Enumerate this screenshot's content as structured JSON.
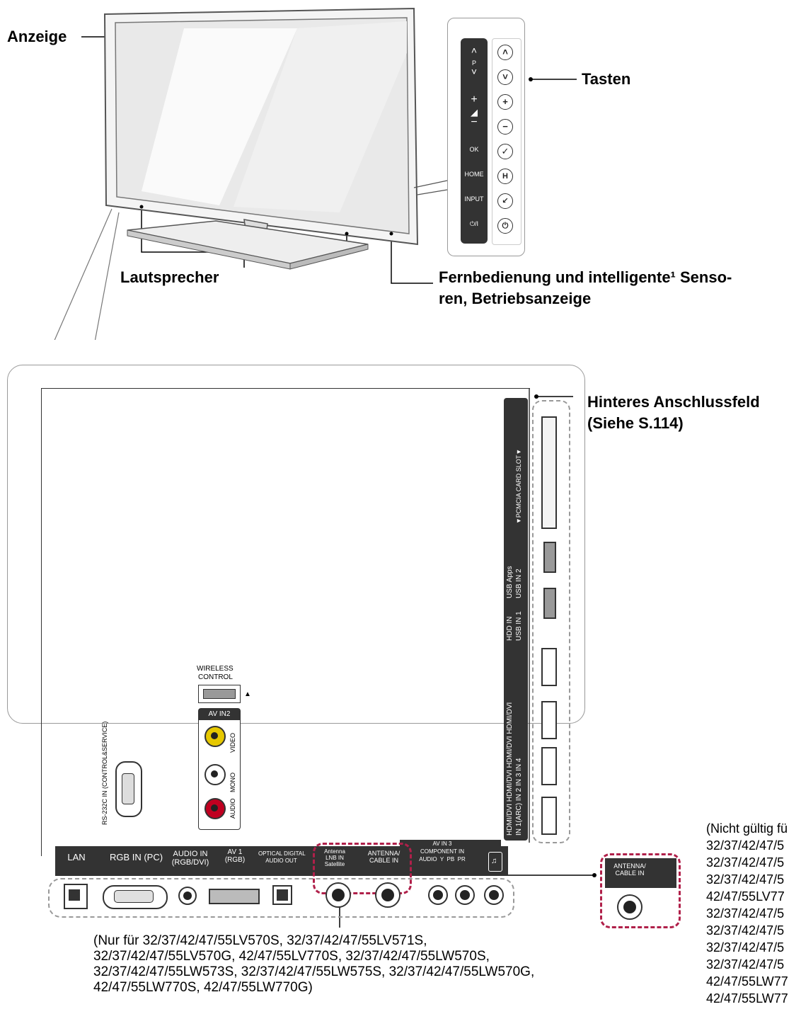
{
  "labels": {
    "display": "Anzeige",
    "buttons": "Tasten",
    "speakers": "Lautsprecher",
    "sensors_line1": "Fernbedienung und intelligente¹ Senso-",
    "sensors_line2": "ren, Betriebsanzeige",
    "rear_panel_line1": "Hinteres Anschlussfeld",
    "rear_panel_line2": "(Siehe S.114)"
  },
  "button_panel": {
    "strip_labels": [
      "P",
      "OK",
      "HOME",
      "INPUT",
      "⏻/I"
    ],
    "icons": [
      "chevron-up-icon",
      "chevron-down-icon",
      "plus-icon",
      "minus-icon",
      "check-icon",
      "home-icon",
      "input-icon",
      "power-icon"
    ]
  },
  "side_ports": {
    "pcmcia": "▼PCMCIA CARD SLOT▼",
    "usb2_line1": "USB Apps",
    "usb2_line2": "USB IN 2",
    "usb1_line1": "HDD IN",
    "usb1_line2": "USB IN 1",
    "hdmi_top": "HDMI/DVI  HDMI/DVI  HDMI/DVI  HDMI/DVI",
    "hdmi_bottom": "IN 1(ARC)  IN 2     IN 3      IN 4"
  },
  "rear_ports": {
    "wireless_line1": "WIRELESS",
    "wireless_line2": "CONTROL",
    "av_in2": "AV IN2",
    "video": "VIDEO",
    "mono": "MONO",
    "audio": "AUDIO",
    "rs232c": "RS-232C IN (CONTROL&SERVICE)",
    "lan": "LAN",
    "rgb_in": "RGB IN (PC)",
    "audio_in_line1": "AUDIO IN",
    "audio_in_line2": "(RGB/DVI)",
    "av1_line1": "AV 1",
    "av1_line2": "(RGB)",
    "optical_line1": "OPTICAL DIGITAL",
    "optical_line2": "AUDIO OUT",
    "sat_line1": "Antenna",
    "sat_line2": "LNB IN",
    "sat_line3": "Satellite",
    "antenna_line1": "ANTENNA/",
    "antenna_line2": "CABLE IN",
    "av_in3_line1": "AV IN 3",
    "av_in3_line2": "COMPONENT IN",
    "av_in3_line3": "AUDIO  Y  PB  PR",
    "antenna2_line1": "ANTENNA/",
    "antenna2_line2": "CABLE IN"
  },
  "notes": {
    "bottom_note": "(Nur für 32/37/42/47/55LV570S, 32/37/42/47/55LV571S,\n32/37/42/47/55LV570G, 42/47/55LV770S, 32/37/42/47/55LW570S,\n32/37/42/47/55LW573S, 32/37/42/47/55LW575S, 32/37/42/47/55LW570G,\n42/47/55LW770S, 42/47/55LW770G)",
    "right_note": "(Nicht gültig fü\n32/37/42/47/5\n32/37/42/47/5\n32/37/42/47/5\n42/47/55LV77\n32/37/42/47/5\n32/37/42/47/5\n32/37/42/47/5\n32/37/42/47/5\n42/47/55LW77\n42/47/55LW77"
  },
  "colors": {
    "video": "#e6c800",
    "audio_l": "#ffffff",
    "audio_r": "#c00020",
    "highlight": "#b0204a",
    "strip": "#333333"
  }
}
